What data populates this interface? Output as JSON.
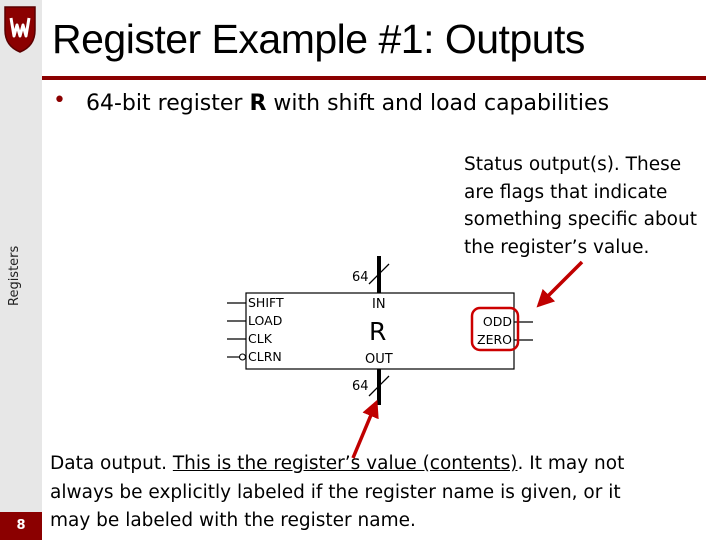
{
  "slide": {
    "title": "Register Example #1: Outputs",
    "bullet_pre": "64-bit register ",
    "bullet_bold": "R",
    "bullet_post": " with shift and load capabilities",
    "section_label": "Registers",
    "page_number": "8"
  },
  "diagram": {
    "register_name": "R",
    "in_label": "IN",
    "out_label": "OUT",
    "in_width": "64",
    "out_width": "64",
    "inputs": [
      "SHIFT",
      "LOAD",
      "CLK",
      "CLRN"
    ],
    "status_outputs": [
      "ODD",
      "ZERO"
    ]
  },
  "notes": {
    "status": "Status output(s). These are flags that indicate something specific about the register’s value.",
    "data_pre": "Data output. ",
    "data_underlined": "This is the register’s value (contents)",
    "data_post": ". It may not always be explicitly labeled if the register name is given, or it may be labeled with the register name."
  },
  "colors": {
    "accent": "#8b0000",
    "arrow": "#c00000",
    "highlight_box": "#cc0000",
    "sidebar": "#e7e7e7"
  },
  "icons": {
    "logo": "university-crest-icon",
    "bullet": "bullet-dot-icon"
  }
}
